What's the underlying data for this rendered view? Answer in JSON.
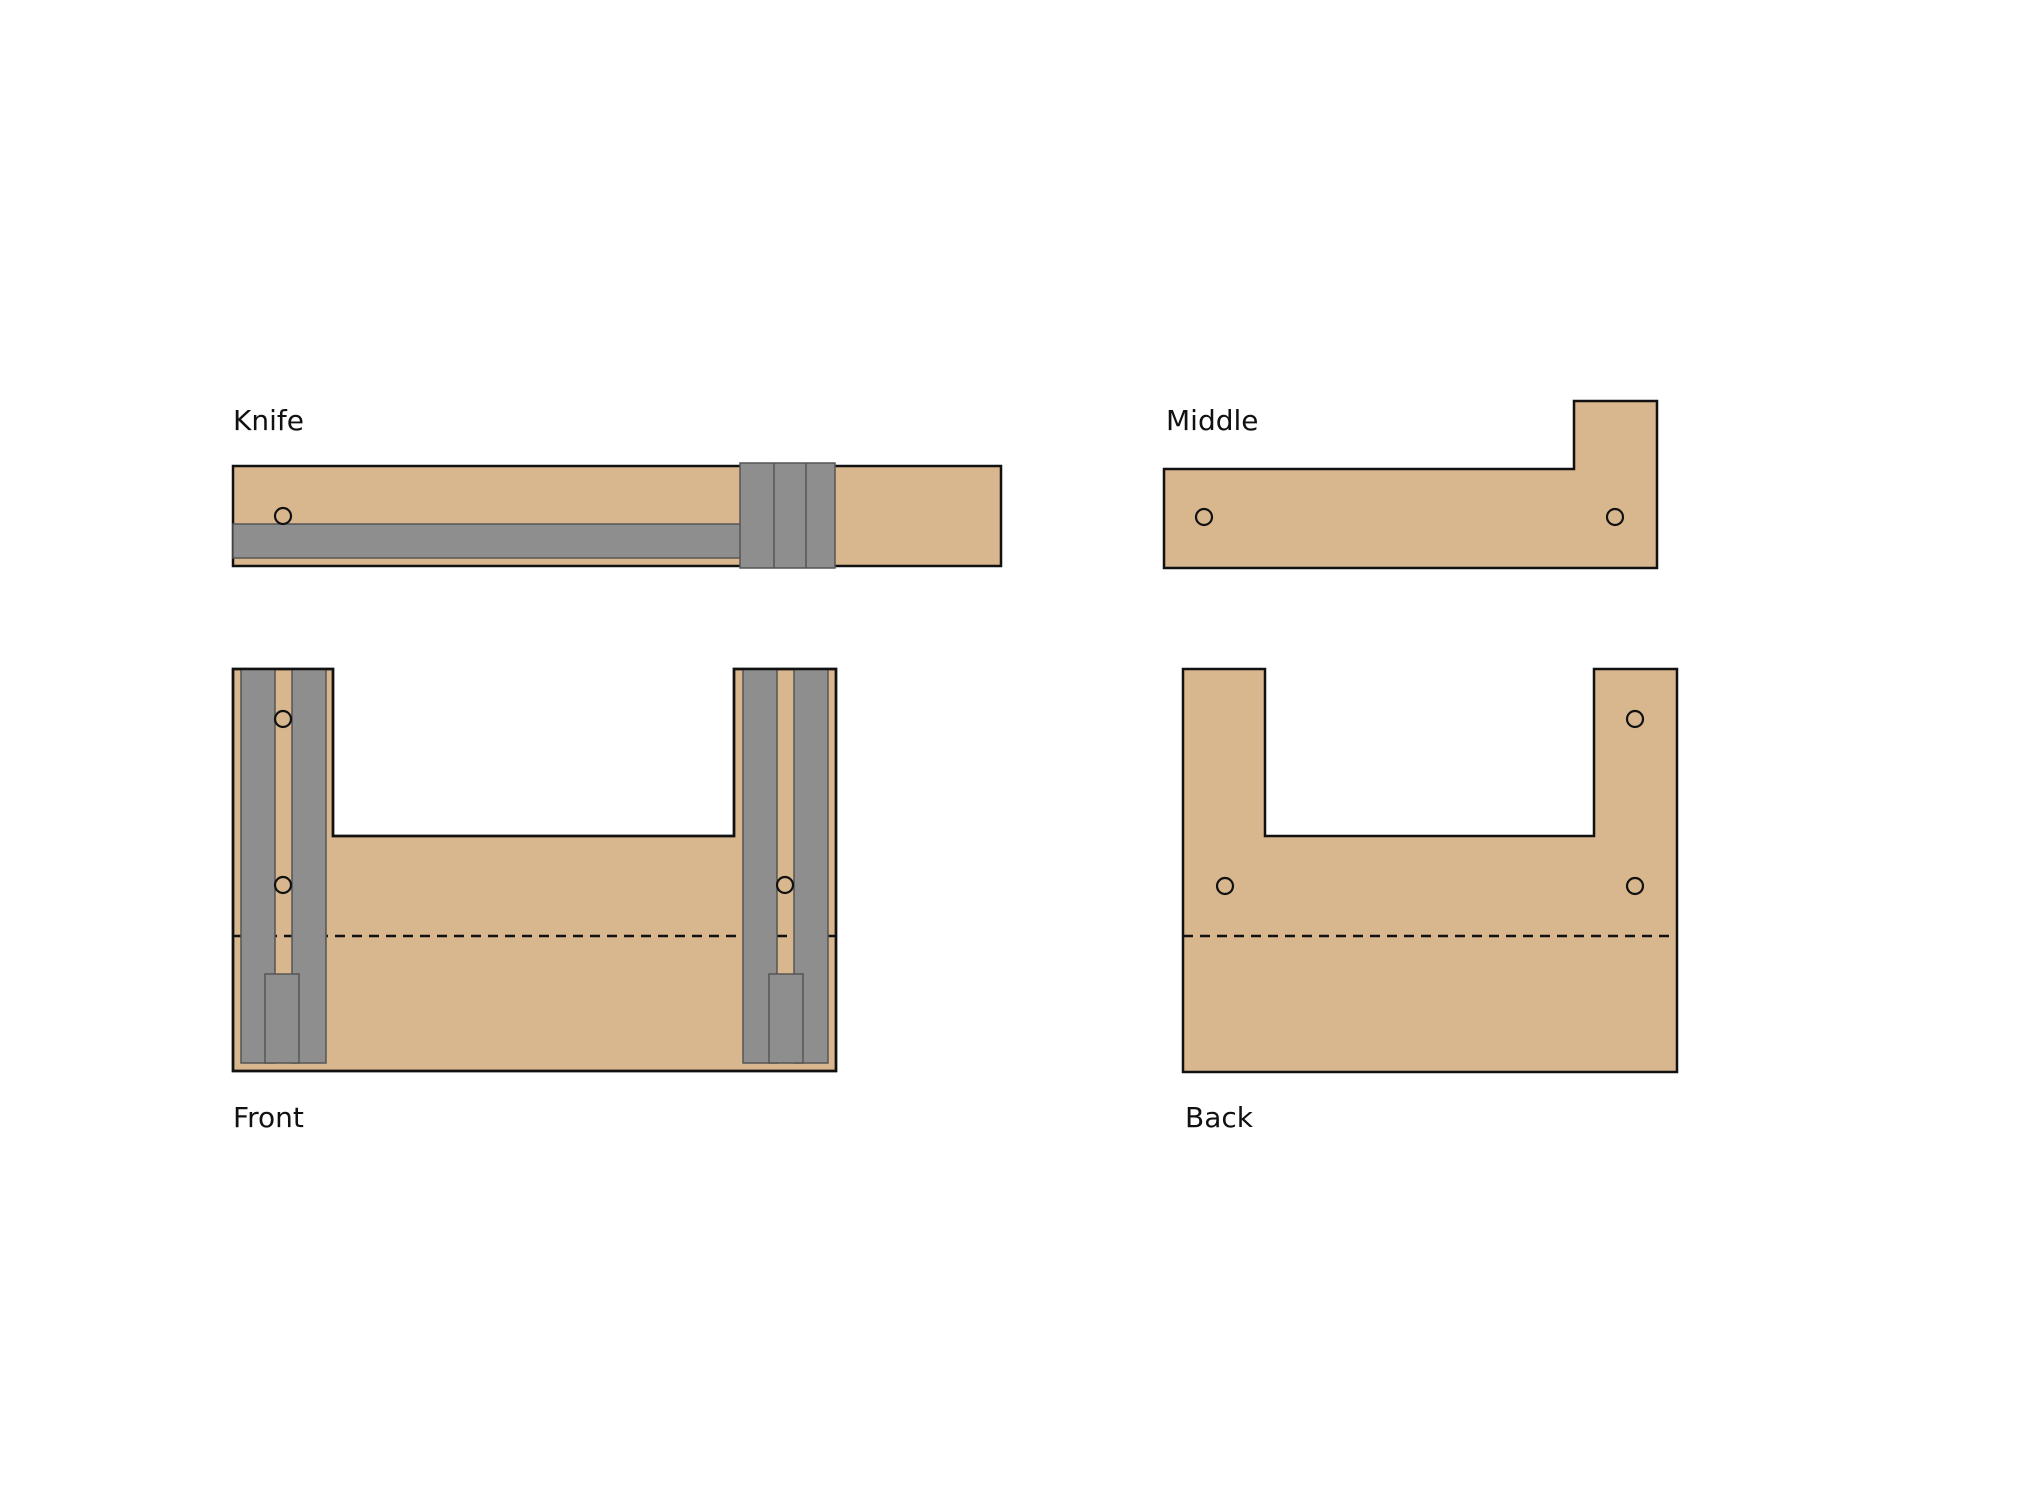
{
  "labels": {
    "knife": "Knife",
    "middle": "Middle",
    "front": "Front",
    "back": "Back"
  },
  "colors": {
    "wood": "#d8b68e",
    "metal": "#8e8e8e",
    "outline": "#111111",
    "background": "#ffffff"
  },
  "parts": [
    "Knife",
    "Middle",
    "Front",
    "Back"
  ]
}
